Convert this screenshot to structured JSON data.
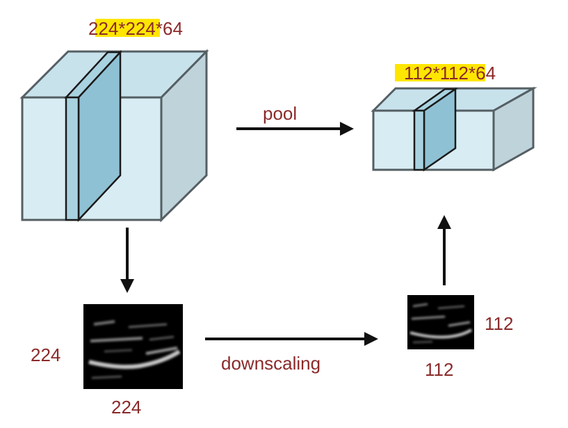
{
  "labels": {
    "big_volume_dims": "224*224*64",
    "small_volume_dims": "112*112*64",
    "pool": "pool",
    "downscaling": "downscaling",
    "big_image_height": "224",
    "big_image_width": "224",
    "small_image_height": "112",
    "small_image_width": "112"
  },
  "colors": {
    "label_text": "#8b2a2a",
    "highlight": "#ffe600",
    "cube_front": "#d8ecf3",
    "cube_top": "#c8e2ec",
    "cube_side": "#bfd3db",
    "slice": "#8fc1d4",
    "edge": "#555f63",
    "arrow": "#111111",
    "image_bg": "#000000"
  }
}
